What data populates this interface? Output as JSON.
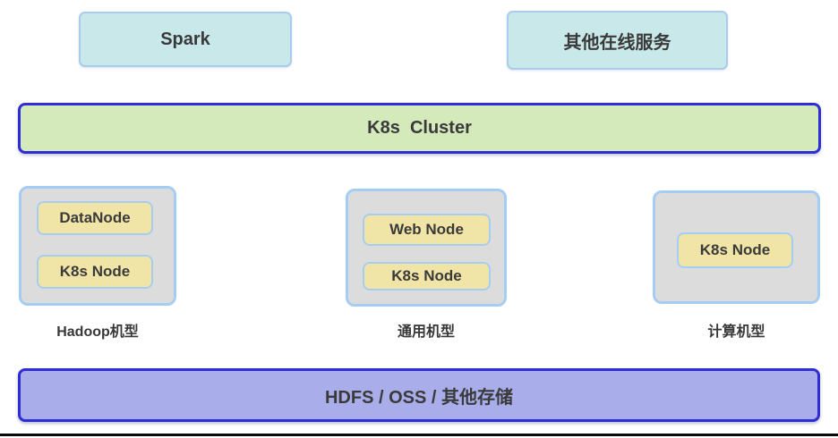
{
  "diagram": {
    "title_implied": "K8s cluster architecture",
    "colors": {
      "service_fill": "#c9e8ea",
      "service_border": "#aacaee",
      "cluster_fill": "#d4eabb",
      "storage_fill": "#a9aeea",
      "strong_blue_border": "#2e2ed6",
      "group_fill": "#dcdcdc",
      "light_blue_border": "#a5cdf3",
      "node_fill": "#f0e5a6",
      "text": "#3a3a3a"
    },
    "top_services": [
      {
        "label": "Spark"
      },
      {
        "label": "其他在线服务"
      }
    ],
    "cluster_bar": {
      "label": "K8s  Cluster"
    },
    "machine_groups": [
      {
        "caption": "Hadoop机型",
        "nodes": [
          "DataNode",
          "K8s Node"
        ]
      },
      {
        "caption": "通用机型",
        "nodes": [
          "Web Node",
          "K8s Node"
        ]
      },
      {
        "caption": "计算机型",
        "nodes": [
          "K8s Node"
        ]
      }
    ],
    "storage_bar": {
      "label": "HDFS / OSS / 其他存储"
    }
  }
}
